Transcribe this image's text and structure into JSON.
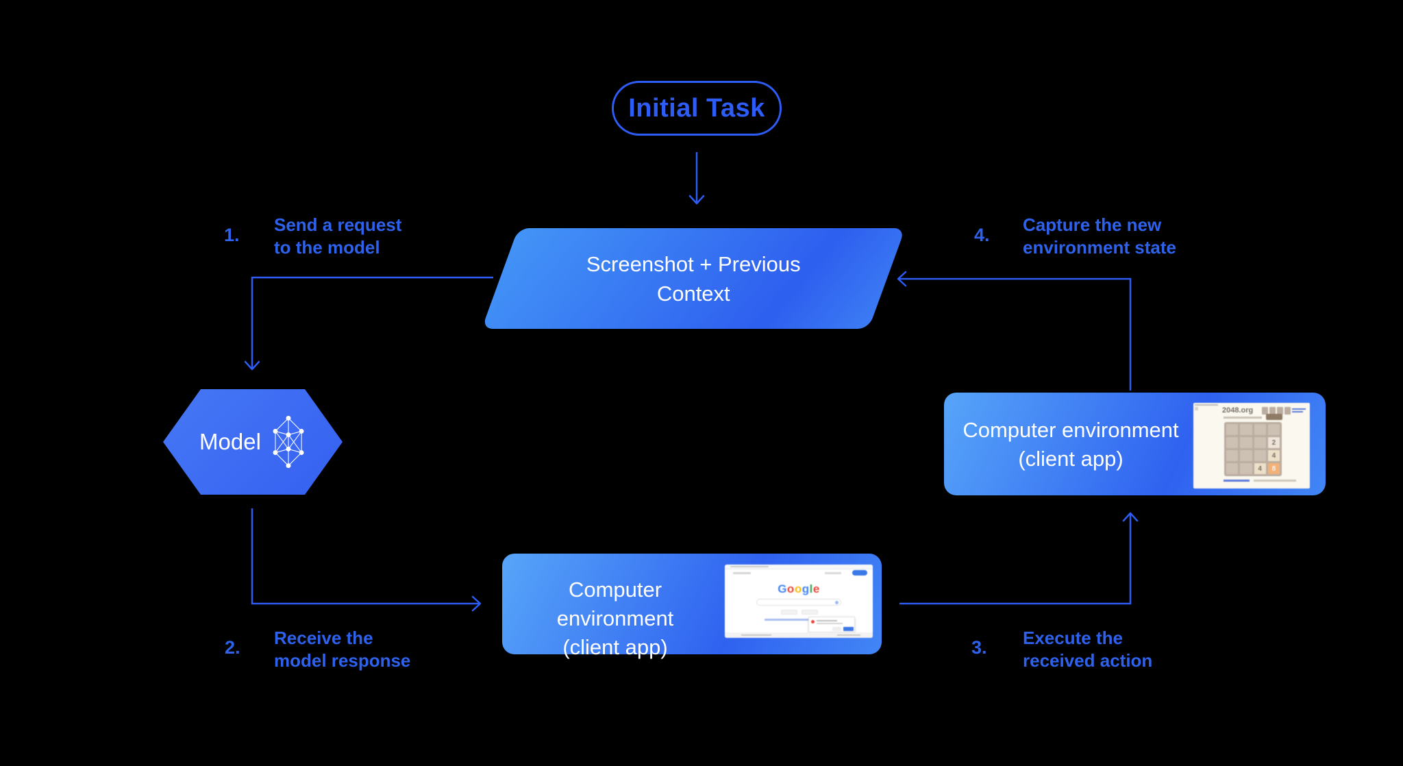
{
  "theme": {
    "bg": "#000000",
    "accent": "#2E5CF6",
    "label": "#2E62EC",
    "box_grad_a": "#57A5F9",
    "box_grad_b": "#2F62F0",
    "box_grad_c": "#4286F6",
    "hex_a": "#4678F5",
    "hex_b": "#3560F1"
  },
  "nodes": {
    "initial_task": {
      "label": "Initial Task"
    },
    "screenshot_context": {
      "line1": "Screenshot + Previous",
      "line2": "Context"
    },
    "model": {
      "label": "Model"
    },
    "env_bottom": {
      "line1": "Computer environment",
      "line2": "(client app)"
    },
    "env_right": {
      "line1": "Computer environment",
      "line2": "(client app)"
    }
  },
  "steps": [
    {
      "number": "1.",
      "line1": "Send a request",
      "line2": "to the model"
    },
    {
      "number": "2.",
      "line1": "Receive the",
      "line2": "model response"
    },
    {
      "number": "3.",
      "line1": "Execute the",
      "line2": "received action"
    },
    {
      "number": "4.",
      "line1": "Capture the new",
      "line2": "environment state"
    }
  ],
  "thumbnails": {
    "google": {
      "logo": "Google",
      "logo_colors": [
        "#4285F4",
        "#EA4335",
        "#FBBC05",
        "#4285F4",
        "#34A853",
        "#EA4335"
      ]
    },
    "game2048": {
      "title": "2048.org",
      "board_bg": "#bbada0",
      "cell_bg": "#cdc1b4",
      "tiles": [
        {
          "row": 2,
          "col": 4,
          "value": "2",
          "bg": "#eee4da",
          "fg": "#776e65"
        },
        {
          "row": 3,
          "col": 4,
          "value": "4",
          "bg": "#ede0c8",
          "fg": "#776e65"
        },
        {
          "row": 4,
          "col": 3,
          "value": "4",
          "bg": "#ede0c8",
          "fg": "#776e65"
        },
        {
          "row": 4,
          "col": 4,
          "value": "8",
          "bg": "#f2b179",
          "fg": "#f9f6f2"
        }
      ]
    }
  }
}
